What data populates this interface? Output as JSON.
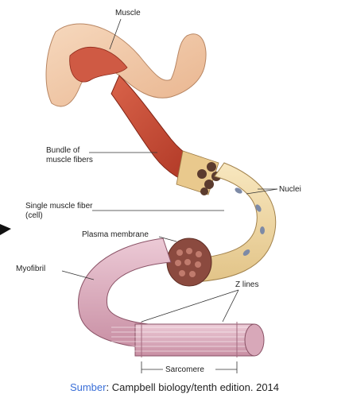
{
  "labels": {
    "muscle": "Muscle",
    "bundle_line1": "Bundle of",
    "bundle_line2": "muscle fibers",
    "nuclei": "Nuclei",
    "single_line1": "Single muscle fiber",
    "single_line2": "(cell)",
    "plasma_membrane": "Plasma membrane",
    "myofibril": "Myofibril",
    "z_lines": "Z lines",
    "sarcomere": "Sarcomere"
  },
  "caption": {
    "source_word": "Sumber",
    "text": ": Campbell biology/tenth edition. 2014"
  },
  "colors": {
    "skin": "#f2c9a8",
    "muscle_red": "#c0422e",
    "fiber_tan": "#f3dda8",
    "myofibril_pink": "#d9a6b8",
    "caption_link": "#3a6fd8"
  }
}
